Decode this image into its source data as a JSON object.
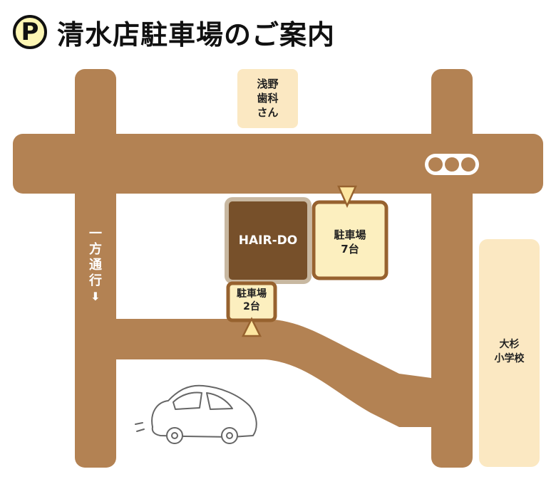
{
  "title": {
    "badge": "P",
    "text": "清水店駐車場のご案内"
  },
  "landmarks": {
    "dentist": "浅野\n歯科\nさん",
    "school": "大杉\n小学校",
    "salon": "HAIR-DO",
    "parking_a": "駐車場\n7台",
    "parking_b": "駐車場\n2台"
  },
  "one_way": {
    "text": "一\n方\n通\n行",
    "arrow": "⬇"
  },
  "colors": {
    "road": "#b38253",
    "salon_fill": "#77502a",
    "salon_border": "#c8b8a1",
    "parking_fill": "#fcefbf",
    "parking_border": "#97622f",
    "building_fill": "#fbe8c2",
    "badge_fill": "#fdf6b4"
  },
  "icons": [
    "traffic-light-icon",
    "car-icon",
    "entrance-arrow-icon",
    "down-arrow-icon"
  ]
}
